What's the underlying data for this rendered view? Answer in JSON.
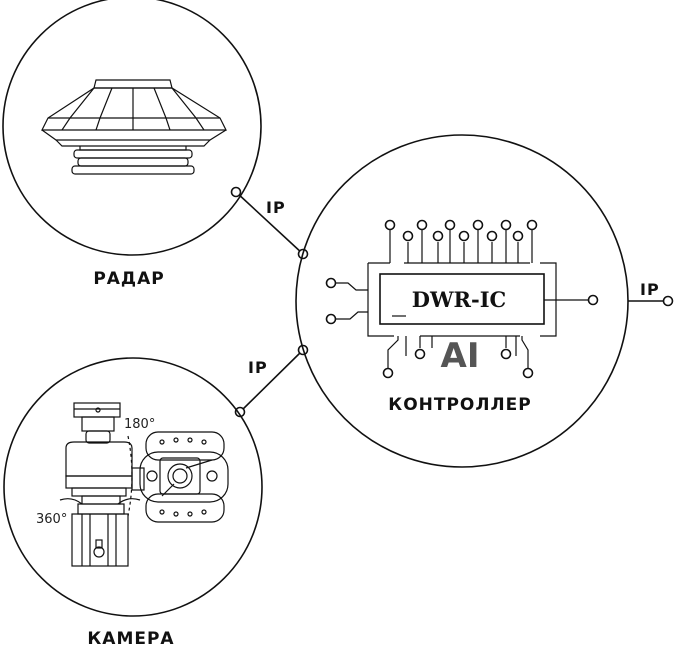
{
  "nodes": {
    "radar": {
      "label": "РАДАР"
    },
    "controller": {
      "label": "КОНТРОЛЛЕР",
      "chip_text": "DWR-IC",
      "ai_text": "AI"
    },
    "camera": {
      "label": "КАМЕРА",
      "tilt_label": "180°",
      "pan_label": "360°"
    }
  },
  "links": {
    "radar_controller": "IP",
    "camera_controller": "IP",
    "controller_out": "IP"
  }
}
